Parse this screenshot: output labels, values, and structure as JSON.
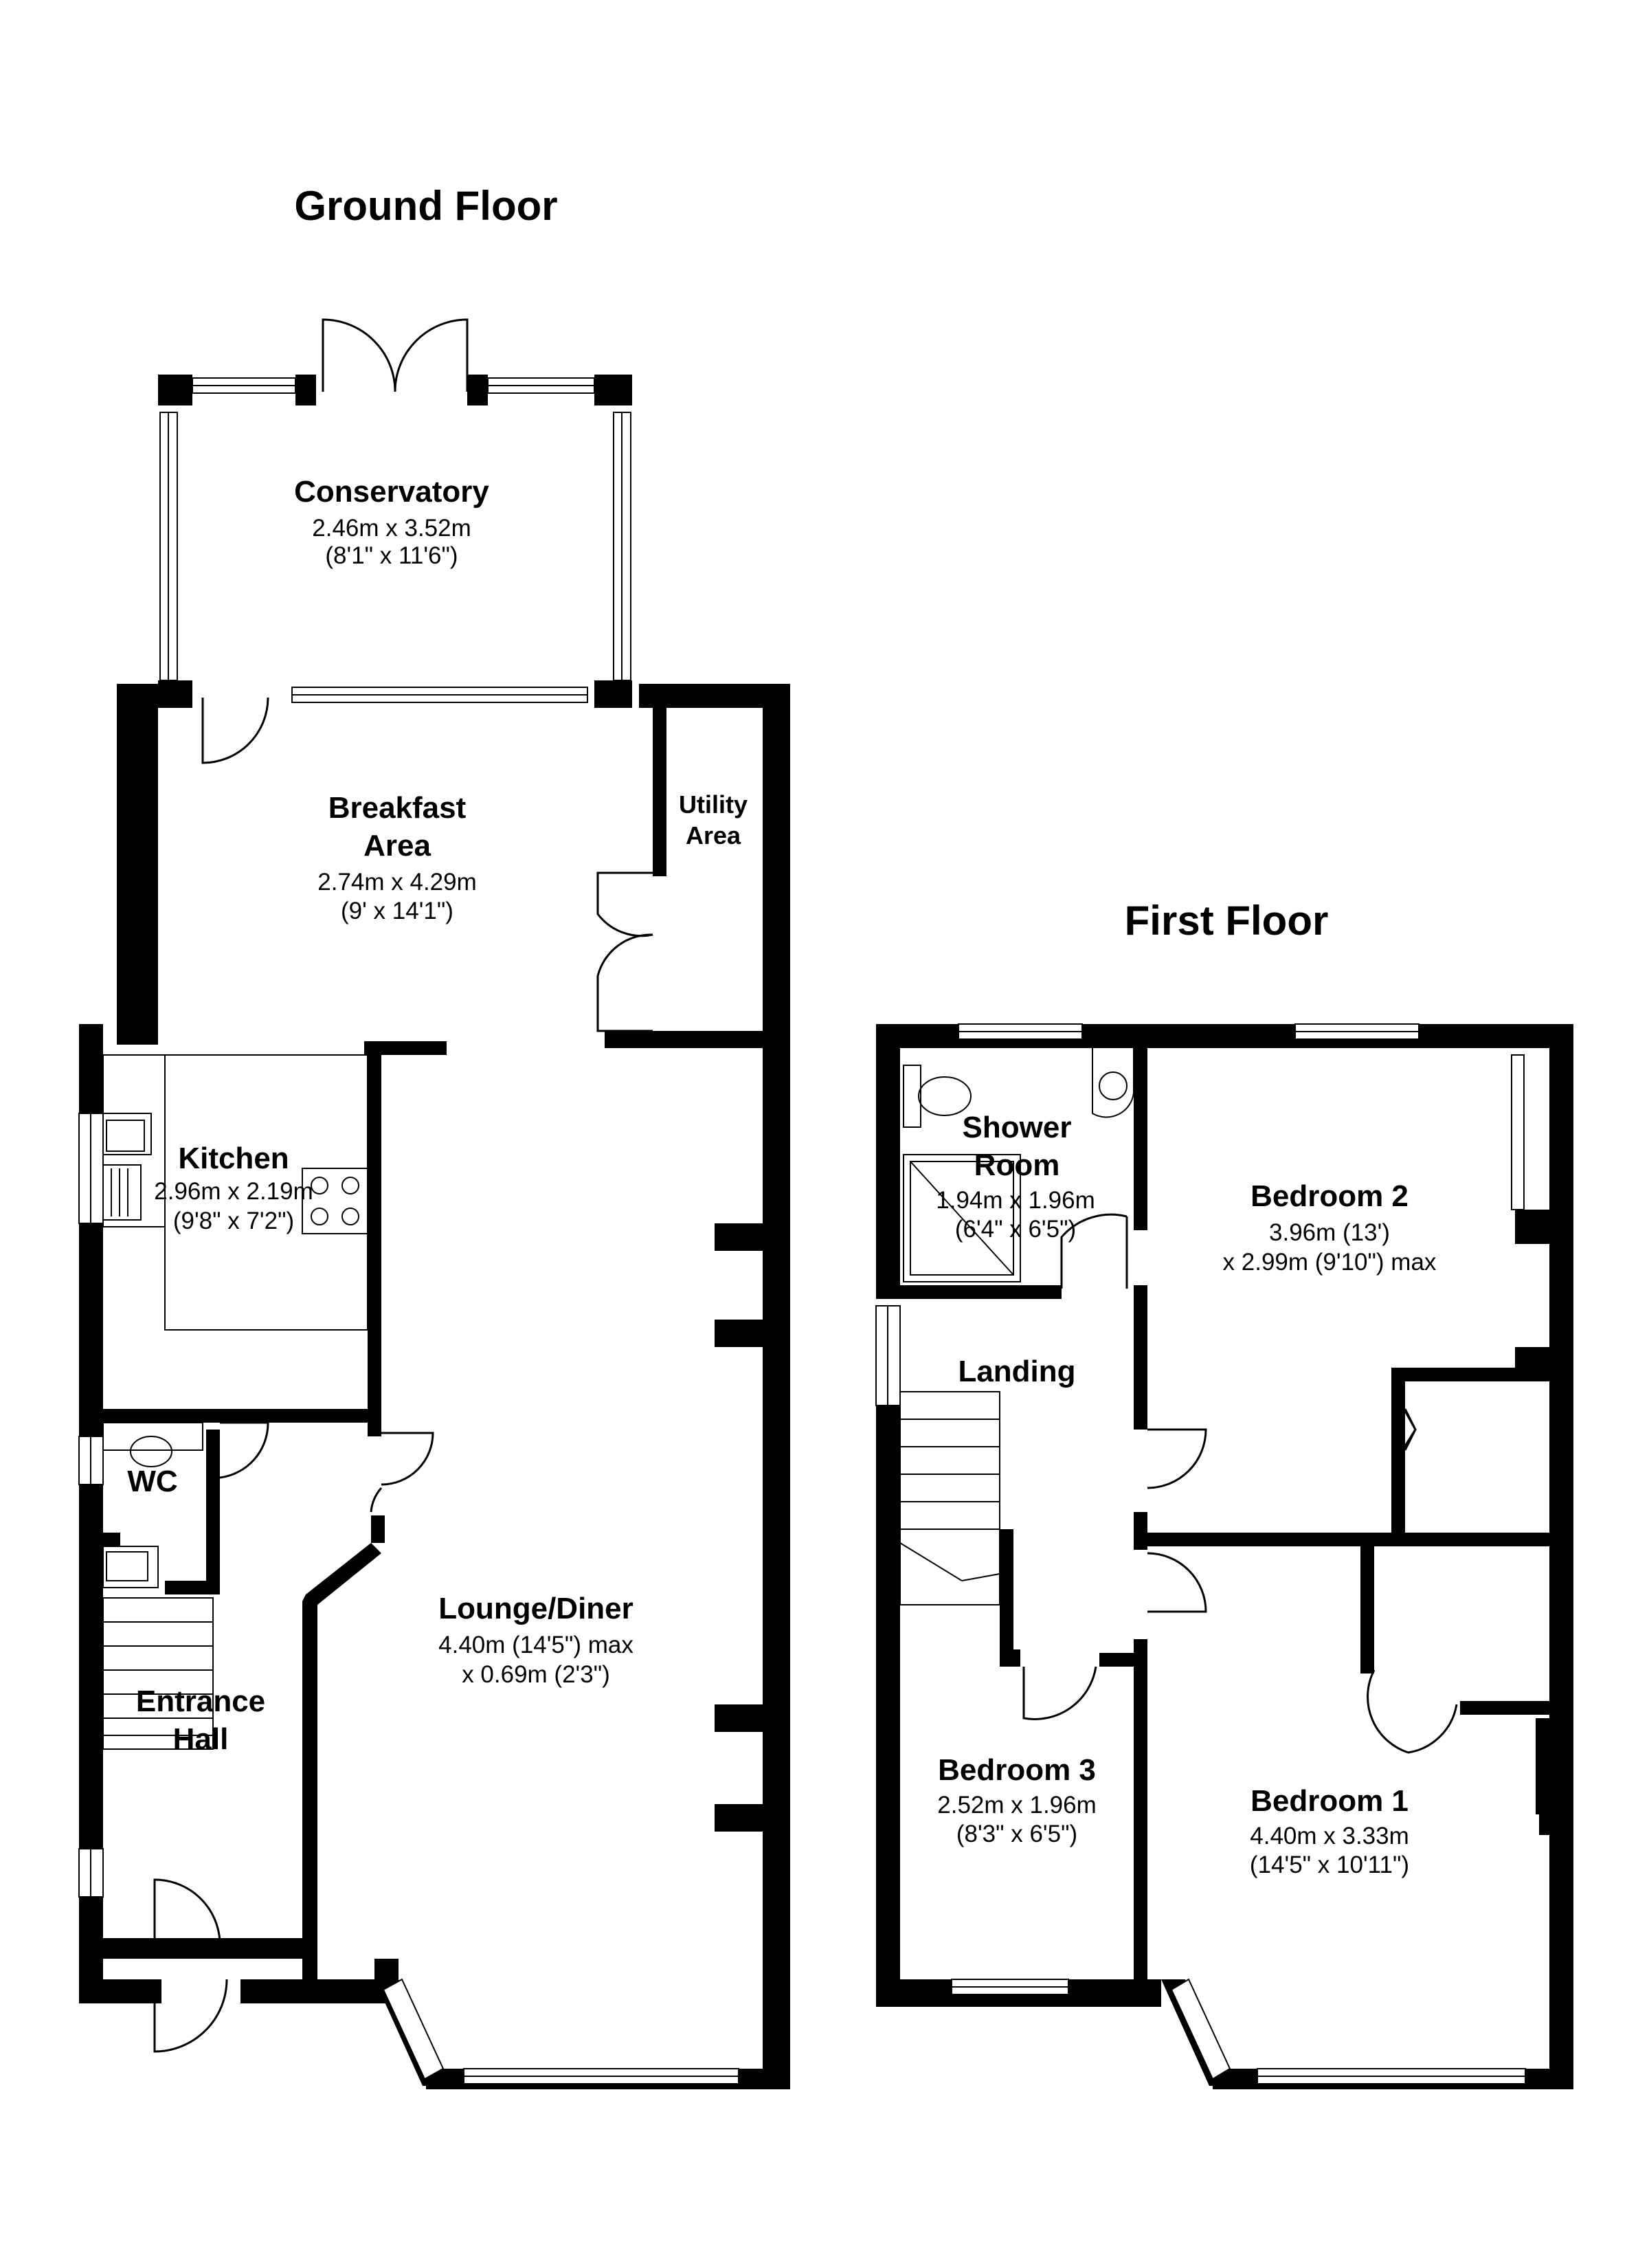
{
  "floors": {
    "ground": {
      "title": "Ground Floor"
    },
    "first": {
      "title": "First Floor"
    }
  },
  "rooms": {
    "conservatory": {
      "name": "Conservatory",
      "dim1": "2.46m x 3.52m",
      "dim2": "(8'1\" x 11'6\")"
    },
    "breakfast": {
      "name1": "Breakfast",
      "name2": "Area",
      "dim1": "2.74m x 4.29m",
      "dim2": "(9' x 14'1\")"
    },
    "utility": {
      "name1": "Utility",
      "name2": "Area"
    },
    "kitchen": {
      "name": "Kitchen",
      "dim1": "2.96m x 2.19m",
      "dim2": "(9'8\" x 7'2\")"
    },
    "wc": {
      "name": "WC"
    },
    "entrance_hall": {
      "name1": "Entrance",
      "name2": "Hall"
    },
    "lounge": {
      "name": "Lounge/Diner",
      "dim1": "4.40m (14'5\") max",
      "dim2": "x 0.69m (2'3\")"
    },
    "shower": {
      "name1": "Shower",
      "name2": "Room",
      "dim1": "1.94m x 1.96m",
      "dim2": "(6'4\" x 6'5\")"
    },
    "bedroom2": {
      "name": "Bedroom 2",
      "dim1": "3.96m (13')",
      "dim2": "x 2.99m (9'10\") max"
    },
    "landing": {
      "name": "Landing"
    },
    "bedroom3": {
      "name": "Bedroom 3",
      "dim1": "2.52m x 1.96m",
      "dim2": "(8'3\" x 6'5\")"
    },
    "bedroom1": {
      "name": "Bedroom 1",
      "dim1": "4.40m x 3.33m",
      "dim2": "(14'5\" x 10'11\")"
    }
  }
}
